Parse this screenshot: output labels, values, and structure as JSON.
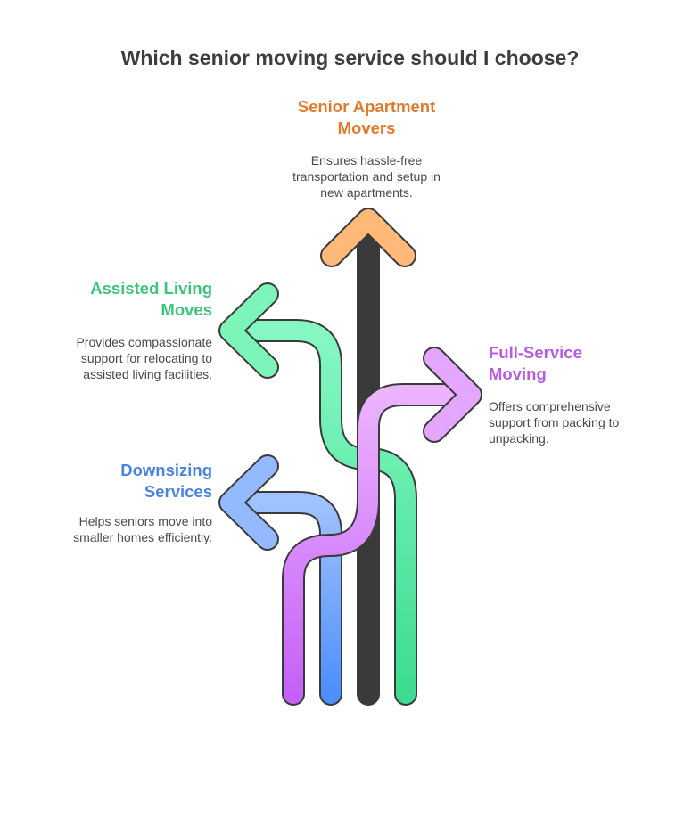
{
  "title": "Which senior moving service should I choose?",
  "options": [
    {
      "id": "senior-apartment",
      "title_lines": [
        "Senior Apartment",
        "Movers"
      ],
      "desc_lines": [
        "Ensures hassle-free",
        "transportation and setup in",
        "new apartments."
      ],
      "color": "#e07b2e"
    },
    {
      "id": "assisted-living",
      "title_lines": [
        "Assisted Living",
        "Moves"
      ],
      "desc_lines": [
        "Provides compassionate",
        "support for relocating to",
        "assisted living facilities."
      ],
      "color": "#3cc47d"
    },
    {
      "id": "full-service",
      "title_lines": [
        "Full-Service",
        "Moving"
      ],
      "desc_lines": [
        "Offers comprehensive",
        "support from packing to",
        "unpacking."
      ],
      "color": "#b55ce0"
    },
    {
      "id": "downsizing",
      "title_lines": [
        "Downsizing",
        "Services"
      ],
      "desc_lines": [
        "Helps seniors move into",
        "smaller homes efficiently."
      ],
      "color": "#4a84e0"
    }
  ]
}
